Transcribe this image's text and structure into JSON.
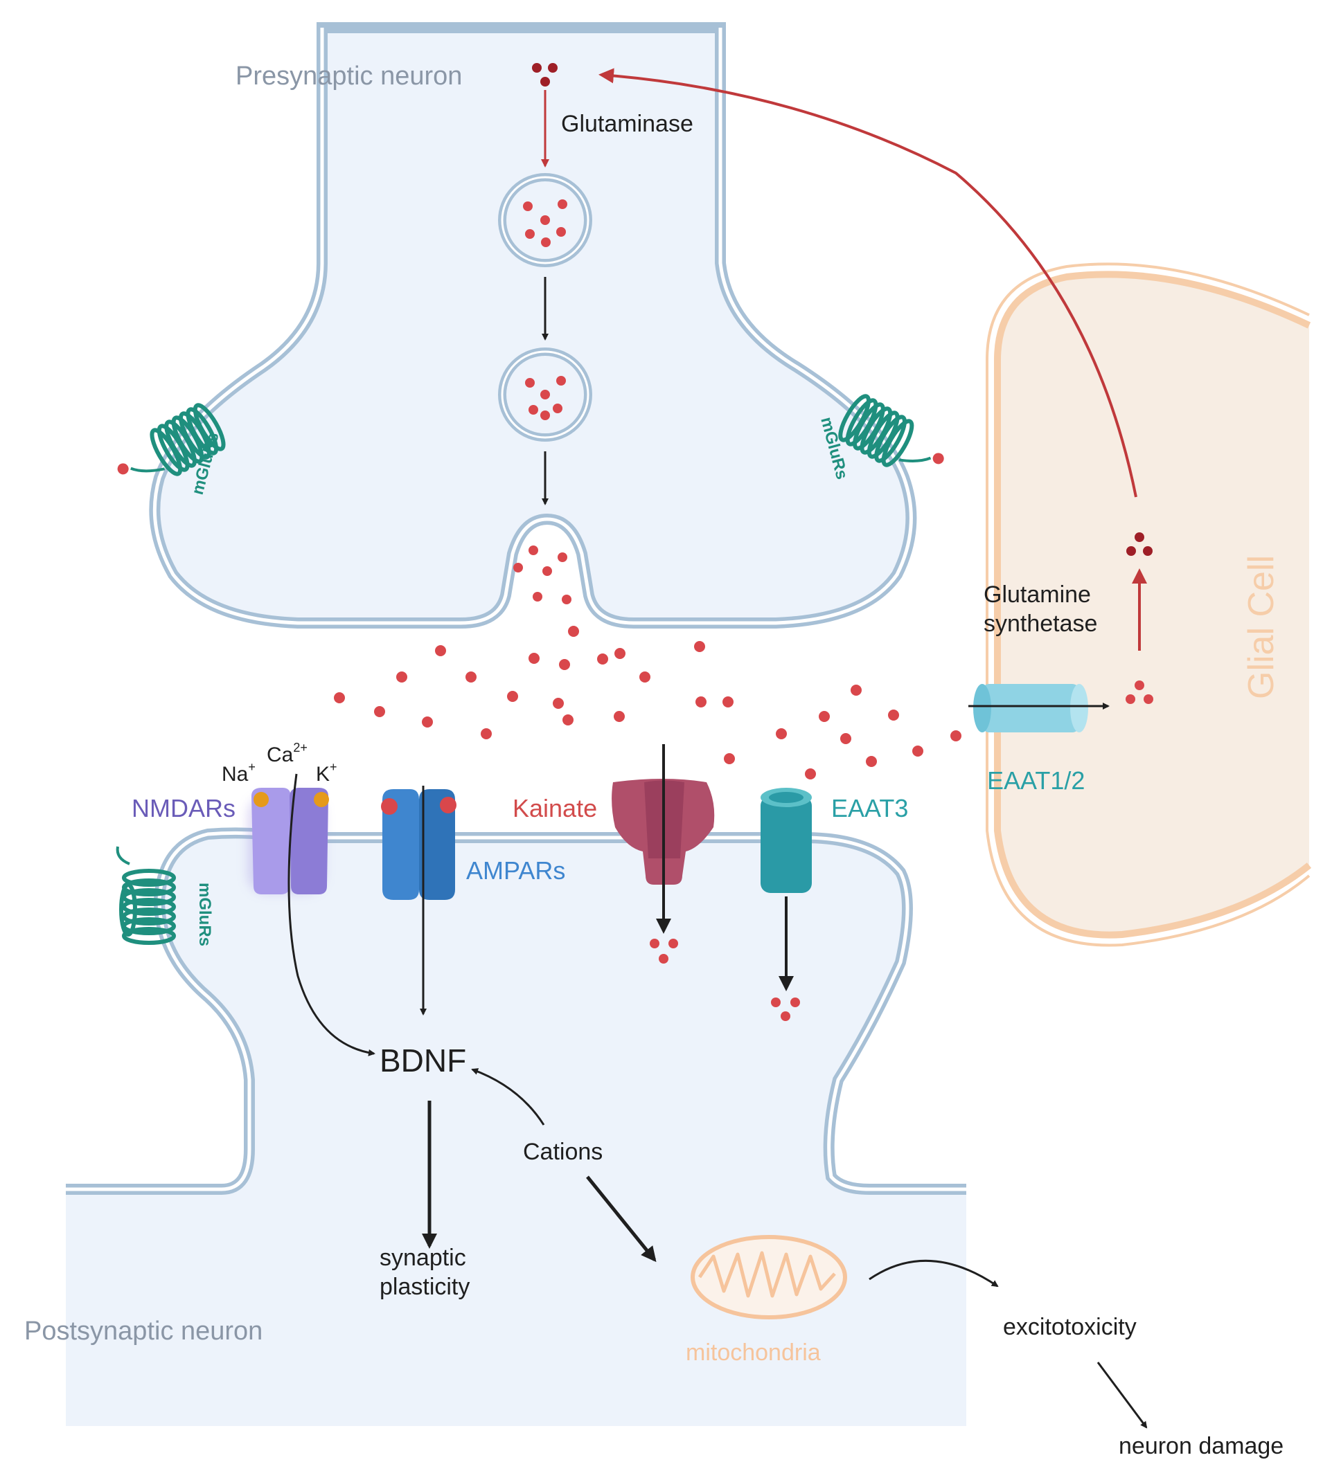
{
  "labels": {
    "presynaptic": "Presynaptic neuron",
    "postsynaptic": "Postsynaptic neuron",
    "glutaminase": "Glutaminase",
    "glutamine_line1": "Glutamine",
    "glutamine_line2": "synthetase",
    "glial_cell": "Glial Cell",
    "eaat12": "EAAT1/2",
    "eaat3": "EAAT3",
    "kainate": "Kainate",
    "nmdars": "NMDARs",
    "ampars": "AMPARs",
    "mglurs": "mGluRs",
    "na": "Na",
    "ca": "Ca",
    "k": "K",
    "na_sup": "+",
    "ca_sup": "2+",
    "k_sup": "+",
    "bdnf": "BDNF",
    "cations": "Cations",
    "synaptic_line1": "synaptic",
    "synaptic_line2": "plasticity",
    "mitochondria": "mitochondria",
    "excitotoxicity": "excitotoxicity",
    "neuron_damage": "neuron damage"
  },
  "colors": {
    "cell_fill": "#edf3fb",
    "membrane": "#a7c0d6",
    "glial_fill": "#f7ede3",
    "glial_border": "#f6cda9",
    "glutamate": "#d9474b",
    "red_arrow": "#c0393b",
    "mglur": "#1f8f7e",
    "nmdar": "#9d8ee0",
    "ampar": "#3f86cf",
    "kainate": "#b04f6a",
    "eaat3": "#2a9aa6",
    "eaat12": "#8fd3e4",
    "ion_dot": "#e59a1b"
  }
}
